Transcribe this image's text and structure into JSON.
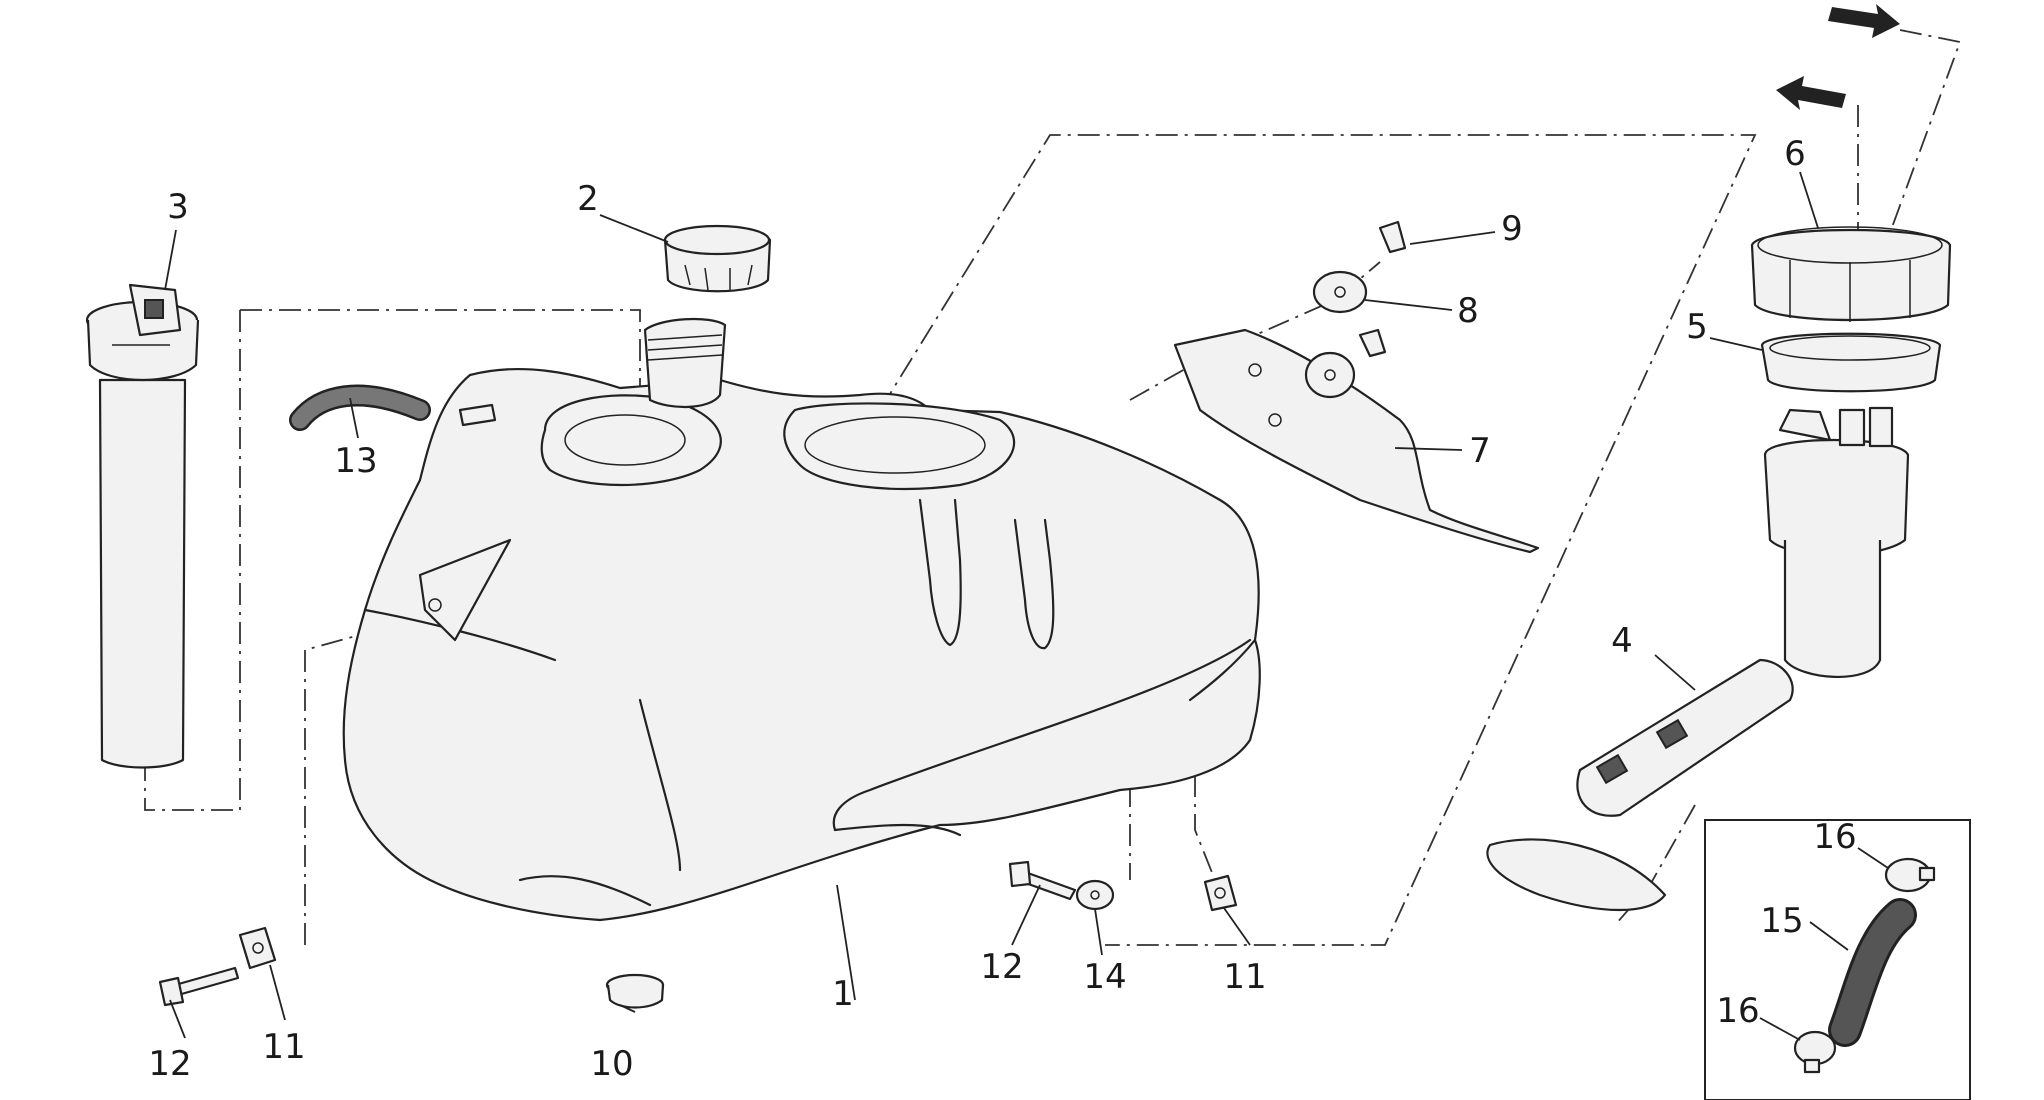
{
  "callouts": [
    "1",
    "2",
    "3",
    "4",
    "5",
    "6",
    "7",
    "8",
    "9",
    "10",
    "11",
    "11",
    "12",
    "12",
    "13",
    "14",
    "15",
    "16",
    "16"
  ],
  "colors": {
    "line": "#222222",
    "background": "#ffffff"
  }
}
